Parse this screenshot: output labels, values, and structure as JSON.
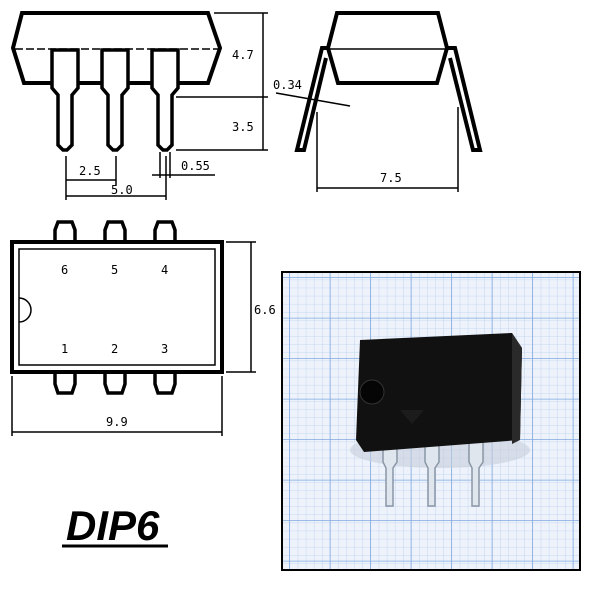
{
  "side_view": {
    "height_body": "4.7",
    "lead_length": "3.5",
    "pitch": "2.5",
    "span": "5.0",
    "lead_width": "0.55"
  },
  "end_view": {
    "lead_thickness": "0.34",
    "row_spacing": "7.5"
  },
  "top_view": {
    "pins_top": [
      "6",
      "5",
      "4"
    ],
    "pins_bottom": [
      "1",
      "2",
      "3"
    ],
    "width": "6.6",
    "length": "9.9"
  },
  "package_label": "DIP6",
  "colors": {
    "grid_line": "#7fa8e0",
    "grid_bg": "#eef3fb",
    "chip_body": "#111111"
  }
}
